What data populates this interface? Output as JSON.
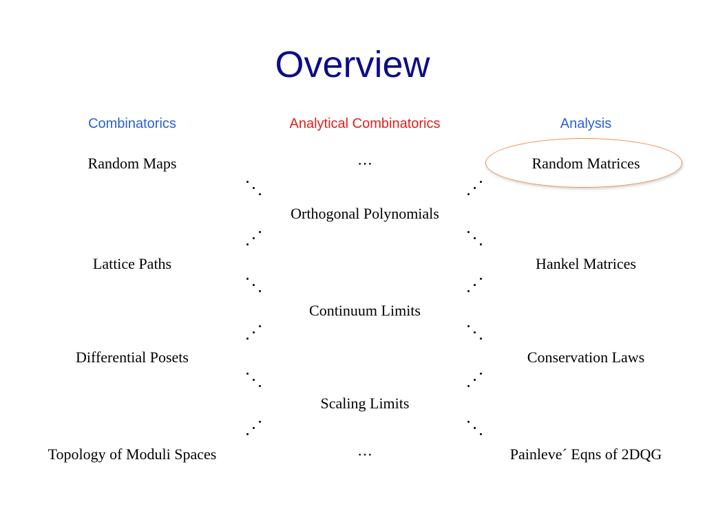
{
  "title": "Overview",
  "headers": {
    "left": "Combinatorics",
    "middle": "Analytical Combinatorics",
    "right": "Analysis"
  },
  "colors": {
    "title": "#0c0c8a",
    "left_header": "#2a5fd0",
    "middle_header": "#e0201a",
    "right_header": "#2a5fd0",
    "highlight_ellipse": "#ef8c4e"
  },
  "left_column": [
    "Random Maps",
    "Lattice Paths",
    "Differential Posets",
    "Topology of Moduli Spaces"
  ],
  "middle_column": [
    "⋯",
    "Orthogonal Polynomials",
    "Continuum Limits",
    "Scaling Limits",
    "⋯"
  ],
  "right_column": [
    "Random Matrices",
    "Hankel Matrices",
    "Conservation Laws",
    "Painleve´ Eqns of 2DQG"
  ],
  "highlighted_item": "Random Matrices"
}
